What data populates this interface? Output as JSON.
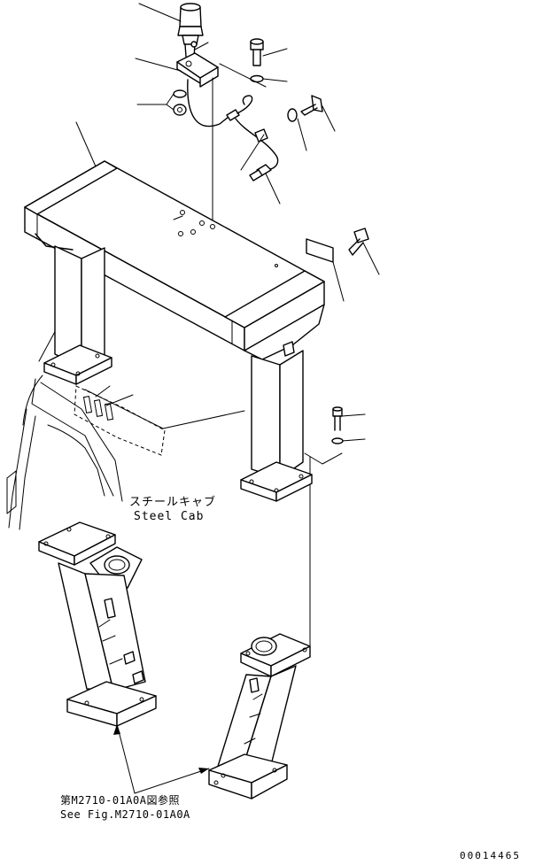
{
  "labels": {
    "cab_jp": "スチールキャブ",
    "cab_en": "Steel Cab",
    "ref_jp": "第M2710-01A0A図参照",
    "ref_en": "See Fig.M2710-01A0A",
    "doc_number": "00014465"
  }
}
